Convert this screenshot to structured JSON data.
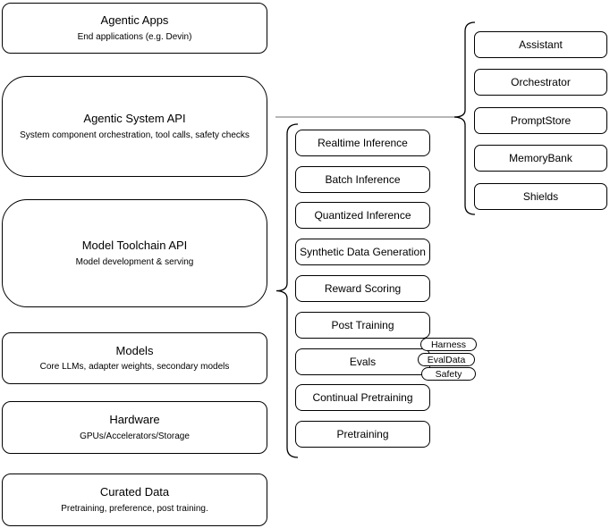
{
  "stack": [
    {
      "title": "Agentic Apps",
      "subtitle": "End applications (e.g. Devin)"
    },
    {
      "title": "Agentic System API",
      "subtitle": "System component orchestration, tool calls, safety checks"
    },
    {
      "title": "Model Toolchain API",
      "subtitle": "Model development & serving"
    },
    {
      "title": "Models",
      "subtitle": "Core LLMs, adapter weights, secondary models"
    },
    {
      "title": "Hardware",
      "subtitle": "GPUs/Accelerators/Storage"
    },
    {
      "title": "Curated Data",
      "subtitle": "Pretraining, preference, post training."
    }
  ],
  "toolchain_group": {
    "items": [
      {
        "label": "Realtime Inference"
      },
      {
        "label": "Batch Inference"
      },
      {
        "label": "Quantized Inference"
      },
      {
        "label": "Synthetic Data Generation"
      },
      {
        "label": "Reward Scoring"
      },
      {
        "label": "Post Training"
      },
      {
        "label": "Evals"
      },
      {
        "label": "Continual Pretraining"
      },
      {
        "label": "Pretraining"
      }
    ]
  },
  "evals_tags": [
    {
      "label": "Harness"
    },
    {
      "label": "EvalData"
    },
    {
      "label": "Safety"
    }
  ],
  "agentic_group": {
    "items": [
      {
        "label": "Assistant"
      },
      {
        "label": "Orchestrator"
      },
      {
        "label": "PromptStore"
      },
      {
        "label": "MemoryBank"
      },
      {
        "label": "Shields"
      }
    ]
  },
  "colors": {
    "node_border": "#000000",
    "connector": "#8a8a8a",
    "background": "#ffffff"
  }
}
